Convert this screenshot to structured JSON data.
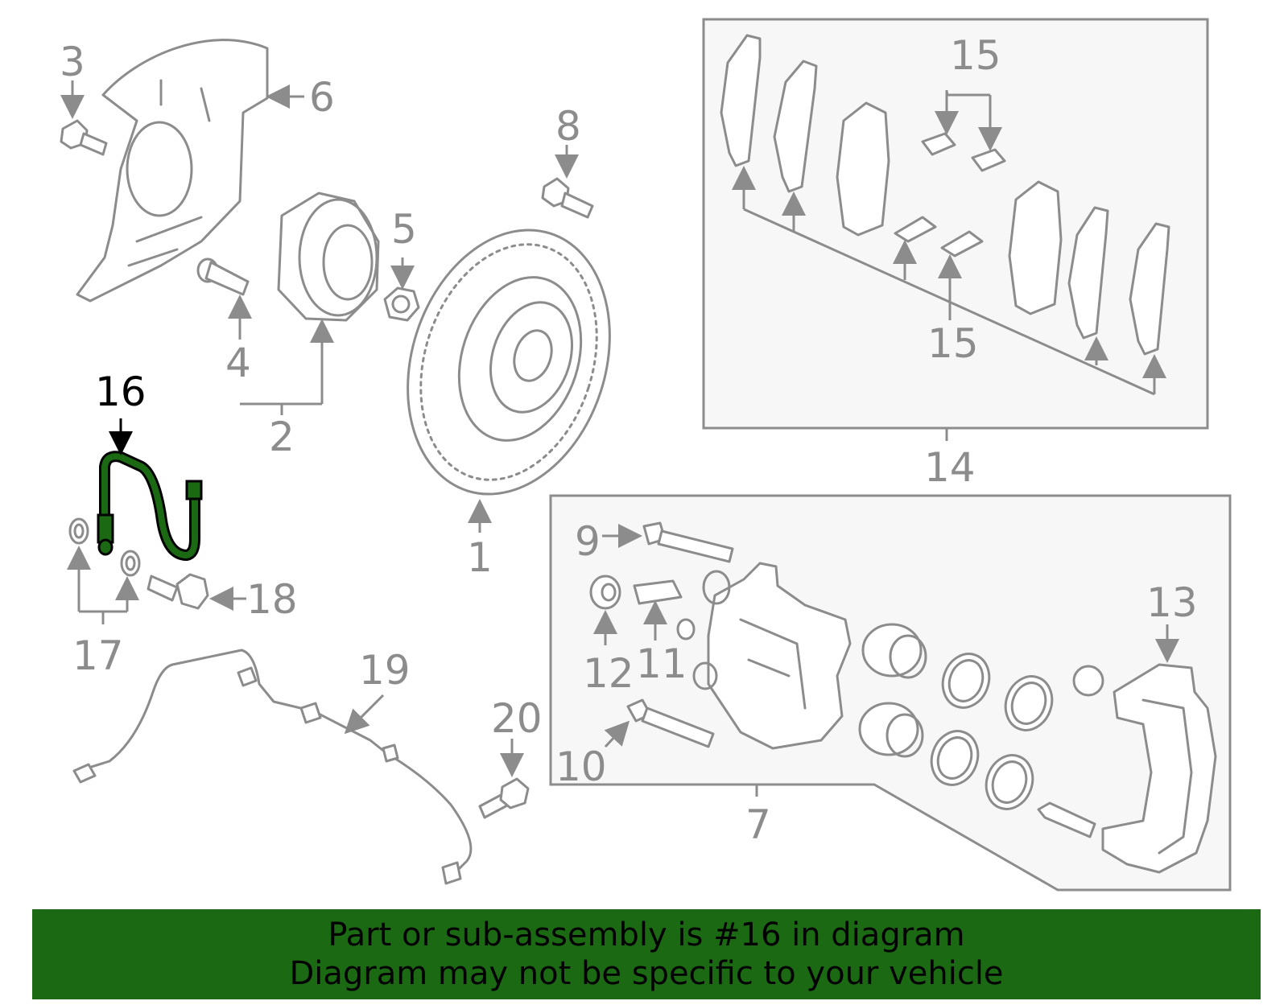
{
  "diagram": {
    "highlight_color": "#1b6a13",
    "line_color": "#8c8c8c",
    "highlighted_part": "16",
    "callouts": {
      "c1": "1",
      "c2": "2",
      "c3": "3",
      "c4": "4",
      "c5": "5",
      "c6": "6",
      "c7": "7",
      "c8": "8",
      "c9": "9",
      "c10": "10",
      "c11": "11",
      "c12": "12",
      "c13": "13",
      "c14": "14",
      "c15a": "15",
      "c15b": "15",
      "c16": "16",
      "c17": "17",
      "c18": "18",
      "c19": "19",
      "c20": "20"
    }
  },
  "banner": {
    "line1": "Part or sub-assembly is #16 in diagram",
    "line2": "Diagram may not be specific to your vehicle",
    "background": "#1b6a13"
  }
}
